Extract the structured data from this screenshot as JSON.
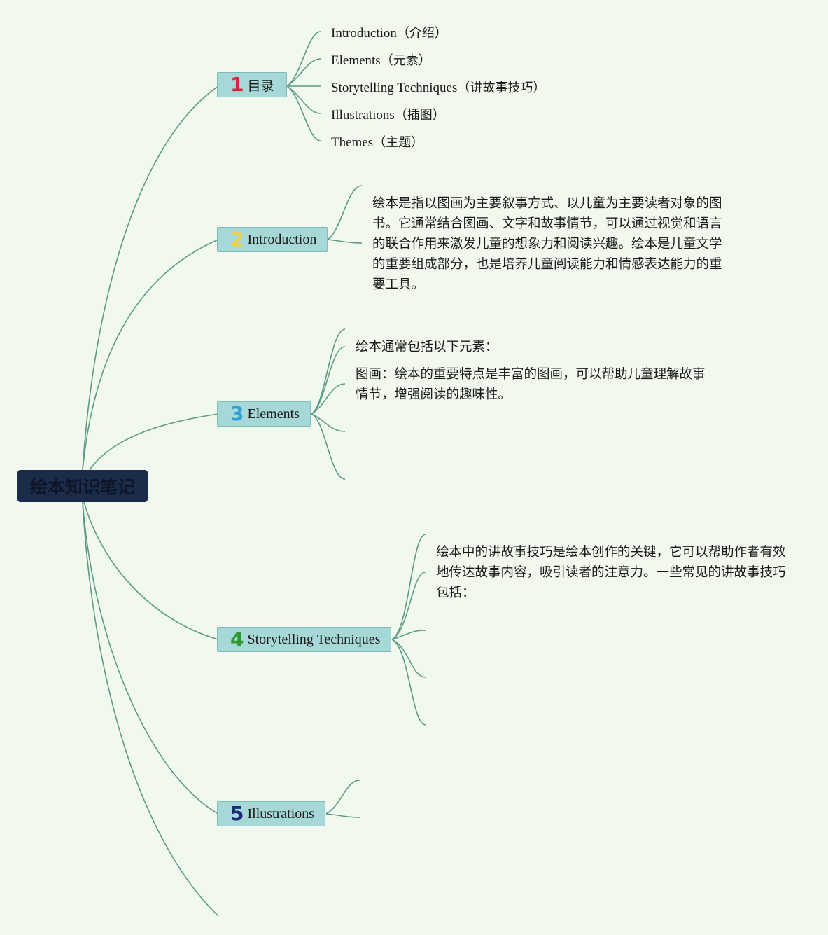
{
  "root": {
    "label": "绘本知识笔记"
  },
  "branches": [
    {
      "num": "1",
      "num_color": "#d8263a",
      "label": "目录",
      "children": [
        {
          "en": "Introduction",
          "zh": "（介绍）"
        },
        {
          "en": "Elements",
          "zh": "（元素）"
        },
        {
          "en": "Storytelling Techniques",
          "zh": "（讲故事技巧）"
        },
        {
          "en": "Illustrations",
          "zh": "（插图）"
        },
        {
          "en": "Themes",
          "zh": "（主题）"
        }
      ]
    },
    {
      "num": "2",
      "num_color": "#f1d24b",
      "label": "Introduction",
      "text": "绘本是指以图画为主要叙事方式、以儿童为主要读者对象的图书。它通常结合图画、文字和故事情节，可以通过视觉和语言的联合作用来激发儿童的想象力和阅读兴趣。绘本是儿童文学的重要组成部分，也是培养儿童阅读能力和情感表达能力的重要工具。"
    },
    {
      "num": "3",
      "num_color": "#2f9fd8",
      "label": "Elements",
      "text1": "绘本通常包括以下元素：",
      "text2": "图画：绘本的重要特点是丰富的图画，可以帮助儿童理解故事情节，增强阅读的趣味性。"
    },
    {
      "num": "4",
      "num_color": "#2f9a2c",
      "label": "Storytelling Techniques",
      "text": "绘本中的讲故事技巧是绘本创作的关键，它可以帮助作者有效地传达故事内容，吸引读者的注意力。一些常见的讲故事技巧包括："
    },
    {
      "num": "5",
      "num_color": "#1c2a7a",
      "label": "Illustrations"
    }
  ],
  "colors": {
    "background": "#f1f9ef",
    "link": "#5c9a86",
    "node_fill": "#a6d8d8",
    "root_fill": "#1b2c4b"
  }
}
